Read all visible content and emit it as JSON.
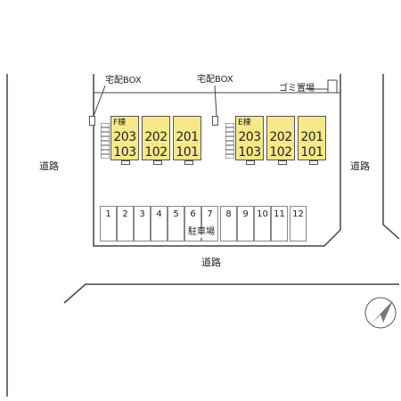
{
  "labels": {
    "delivery_box_left": "宅配BOX",
    "delivery_box_right": "宅配BOX",
    "garbage": "ゴミ置場",
    "road_left": "道路",
    "road_right": "道路",
    "road_bottom": "道路",
    "parking": "駐車場"
  },
  "buildings": [
    {
      "name": "F棟",
      "units": [
        {
          "upper": "203",
          "lower": "103"
        },
        {
          "upper": "202",
          "lower": "102"
        },
        {
          "upper": "201",
          "lower": "101"
        }
      ]
    },
    {
      "name": "E棟",
      "units": [
        {
          "upper": "203",
          "lower": "103"
        },
        {
          "upper": "202",
          "lower": "102"
        },
        {
          "upper": "201",
          "lower": "101"
        }
      ]
    }
  ],
  "parking_spaces": [
    "1",
    "2",
    "3",
    "4",
    "5",
    "6",
    "7",
    "8",
    "9",
    "10",
    "11",
    "12"
  ],
  "colors": {
    "unit_fill": "#f7e98a",
    "line": "#444444",
    "outline": "#555555"
  },
  "icons": {
    "north": "north-arrow-icon"
  }
}
